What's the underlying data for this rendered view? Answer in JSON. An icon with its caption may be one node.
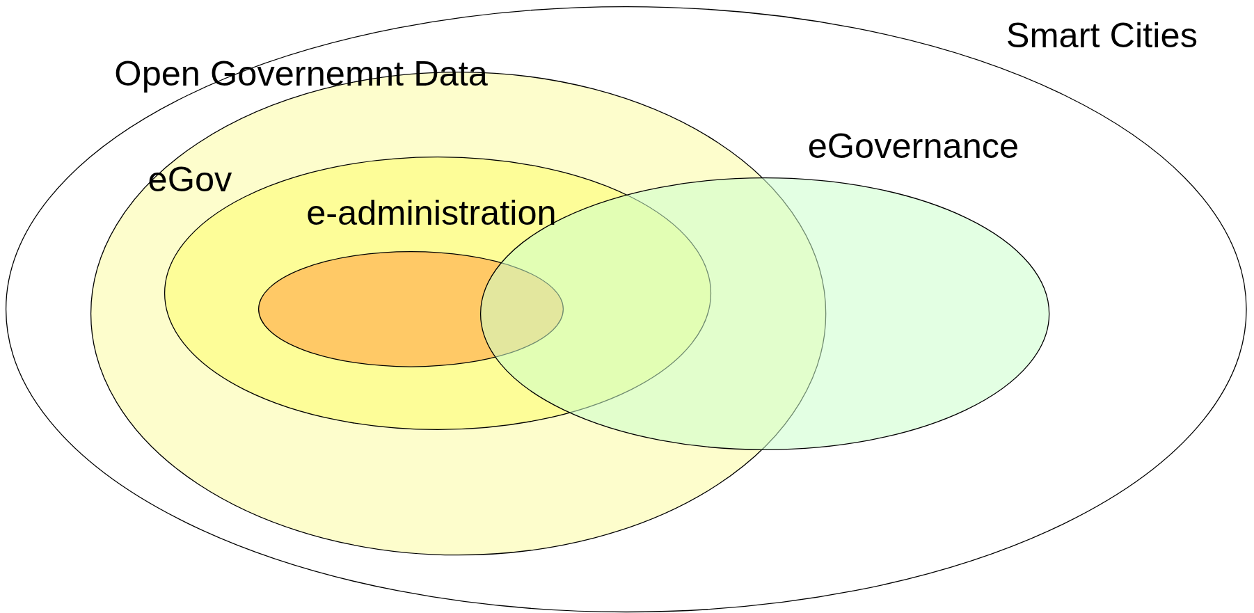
{
  "diagram": {
    "nodes": [
      {
        "text": [
          "Smart Cities"
        ]
      },
      {
        "text": [
          "Open Governemnt Data"
        ],
        "in": 0
      },
      {
        "text": [
          "eGov"
        ],
        "in": 1
      },
      {
        "text": [
          "e-administration"
        ],
        "in": 2
      },
      {
        "text": [
          "eGovernance"
        ],
        "in": 0
      }
    ]
  }
}
